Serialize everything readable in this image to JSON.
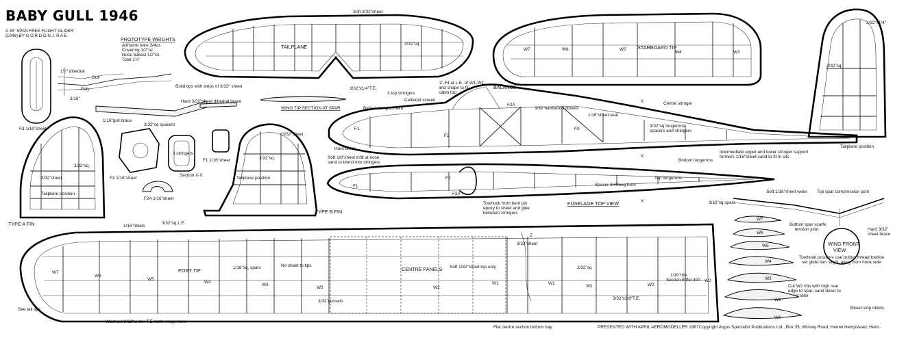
{
  "title": {
    "main": "BABY GULL 1946",
    "line1": "A 35\" SPAN FREE FLIGHT GLIDER",
    "line2": "(1946) BY G O R D O N  J.  R A E"
  },
  "weights": {
    "heading": "PROTOTYPE WEIGHTS",
    "l1": "Airframe bare 3/4oz.",
    "l2": "Covering 1/2\"oz.",
    "l3": "Nose ballast 1/2\"oz.",
    "l4": "Total      1¾\""
  },
  "dihedral": {
    "d1": "1½\" dihedral",
    "gull": "Gull",
    "poly": "Poly",
    "d2": "3/16\""
  },
  "f3": "F3 1/16\"sheet",
  "tailplane": {
    "name": "TAILPLANE",
    "soft": "Soft 3/32\"sheet",
    "sq": "3/32\"sq",
    "le": "3/32\"x1/4\"T.E.",
    "stringers": "3 top stringers",
    "build": "Build tips with strips of 3/32\" sheet"
  },
  "dihedral_brace": "Hard 3/32\"sheet dihedral brace",
  "wing_tip_section": "WING TIP SECTION AT SPAR",
  "fin_a": {
    "name": "TYPE A  FIN",
    "sq": "3/32\"sq.",
    "sheet": "3/32\"sheet",
    "tp": "Tailplane position"
  },
  "fin_b": {
    "name": "TYPE B  FIN",
    "sheet": "3/32\"sheet",
    "sq": "3/32\"sq.",
    "tp": "Tailplane position"
  },
  "sections": {
    "gull_brace": "1/16\"gull brace",
    "spacers": "3/32\"sq spacers",
    "f2": "F2 1/16\"sheet",
    "stringers3": "3 stringers",
    "secx": "Section X-X",
    "f1": "F1 1/16\"sheet",
    "f2a": "F2A 1/16\"sheet"
  },
  "fuselage": {
    "fit": "'Z'-Fit at L.E. of W1-W1",
    "fit2": "and shape to fit",
    "fit3": "cabin top",
    "balance": "BALANCE",
    "celluloid": "Celluloid screen",
    "ballast": "Ballast compartment",
    "dowels": "3/32\"hardwood dowels",
    "seat": "1/16\"sheet seat",
    "centre_stringer": "Centre stringer",
    "longerons": "3/32\"sq longerons",
    "spacers_str": "spacers and stringers",
    "hard_block": "Hard block",
    "soft_infill": "Soft 1/8\"sheet infill at nose",
    "blend": "sand to blend into stringers",
    "intermediate": "Intermediate upper and lower stringer support",
    "formers": "formers 1/16\"sheet  sand to fit in situ",
    "tp_pos": "Tailplane position",
    "bottom_long": "Bottom longerons",
    "top_long": "Top longerons",
    "spacer": "Spacer 3/4\"long here",
    "towhook": "Towhook from bent pin",
    "towhook2": "epoxy to sheet and glue",
    "towhook3": "between stringers",
    "top_view": "FUSELAGE TOP VIEW",
    "f1": "F1",
    "f2": "F2",
    "f3": "F3",
    "f2a": "F2A",
    "x": "X"
  },
  "starboard": {
    "name": "STARBOARD TIP",
    "sq": "3/32\"x1/4\"",
    "sq2": "3/32\"sq",
    "w7": "W7",
    "w6": "W6",
    "w5": "W5",
    "w4": "W4",
    "w3": "W3"
  },
  "front_view": {
    "spars": "3/32\"sq spars",
    "soft_webs": "Soft 1/16\"sheet webs",
    "top_joint": "Top spar compression joint",
    "scarfe": "Bottom spar scarfe",
    "scarfe2": "tension joint",
    "hard_brace": "Hard 3/32\"",
    "hard_brace2": "sheet brace",
    "name": "WING FRONT",
    "name2": "VIEW",
    "tow1": "Towhook position- use button thread towline",
    "tow2": "set glide turn slight, away from hook side",
    "cut1": "Cut W2 ribs with high rear",
    "cut2": "edge to spar, sand down to",
    "cut3": "sheet later",
    "sliced": "Sliced strip riblets",
    "ribs": [
      "W7",
      "W6",
      "W5",
      "W4",
      "W3",
      "W2",
      "W1"
    ]
  },
  "wing": {
    "riblets": "1/16\"riblets",
    "le": "3/32\"sq L.E.",
    "port": "PORT TIP",
    "centre": "CENTRE PANELS",
    "spars": "1/16\"sq. spars",
    "nosheet": "No sheet to tips",
    "soft": "Soft 1/32\"sheet top only",
    "z": "Z",
    "zsheet": "3/32\"sheet",
    "sq": "3/32\"sq",
    "ribs": "1/16\"ribs",
    "eiffel": "Section Eiffel 400",
    "te": "3/32\"x3/8\"T.E.",
    "gussets": "3/32\"gussets",
    "tips": "See tail tips",
    "washout": "Washout 3/32\"under T.E. both wings here",
    "flat": "Flat centre section bottom bay",
    "w1": "W1",
    "w2": "W2",
    "w3": "W3",
    "w4": "W4",
    "w5": "W5",
    "w6": "W6",
    "w7": "W7"
  },
  "footer": {
    "presented": "PRESENTED WITH APRIL AEROMODELLER 1987",
    "copyright": "Copyright Argus Specialist Publications Ltd., Box 35, Wolsey Road, Hemel Hempstead, Herts."
  }
}
